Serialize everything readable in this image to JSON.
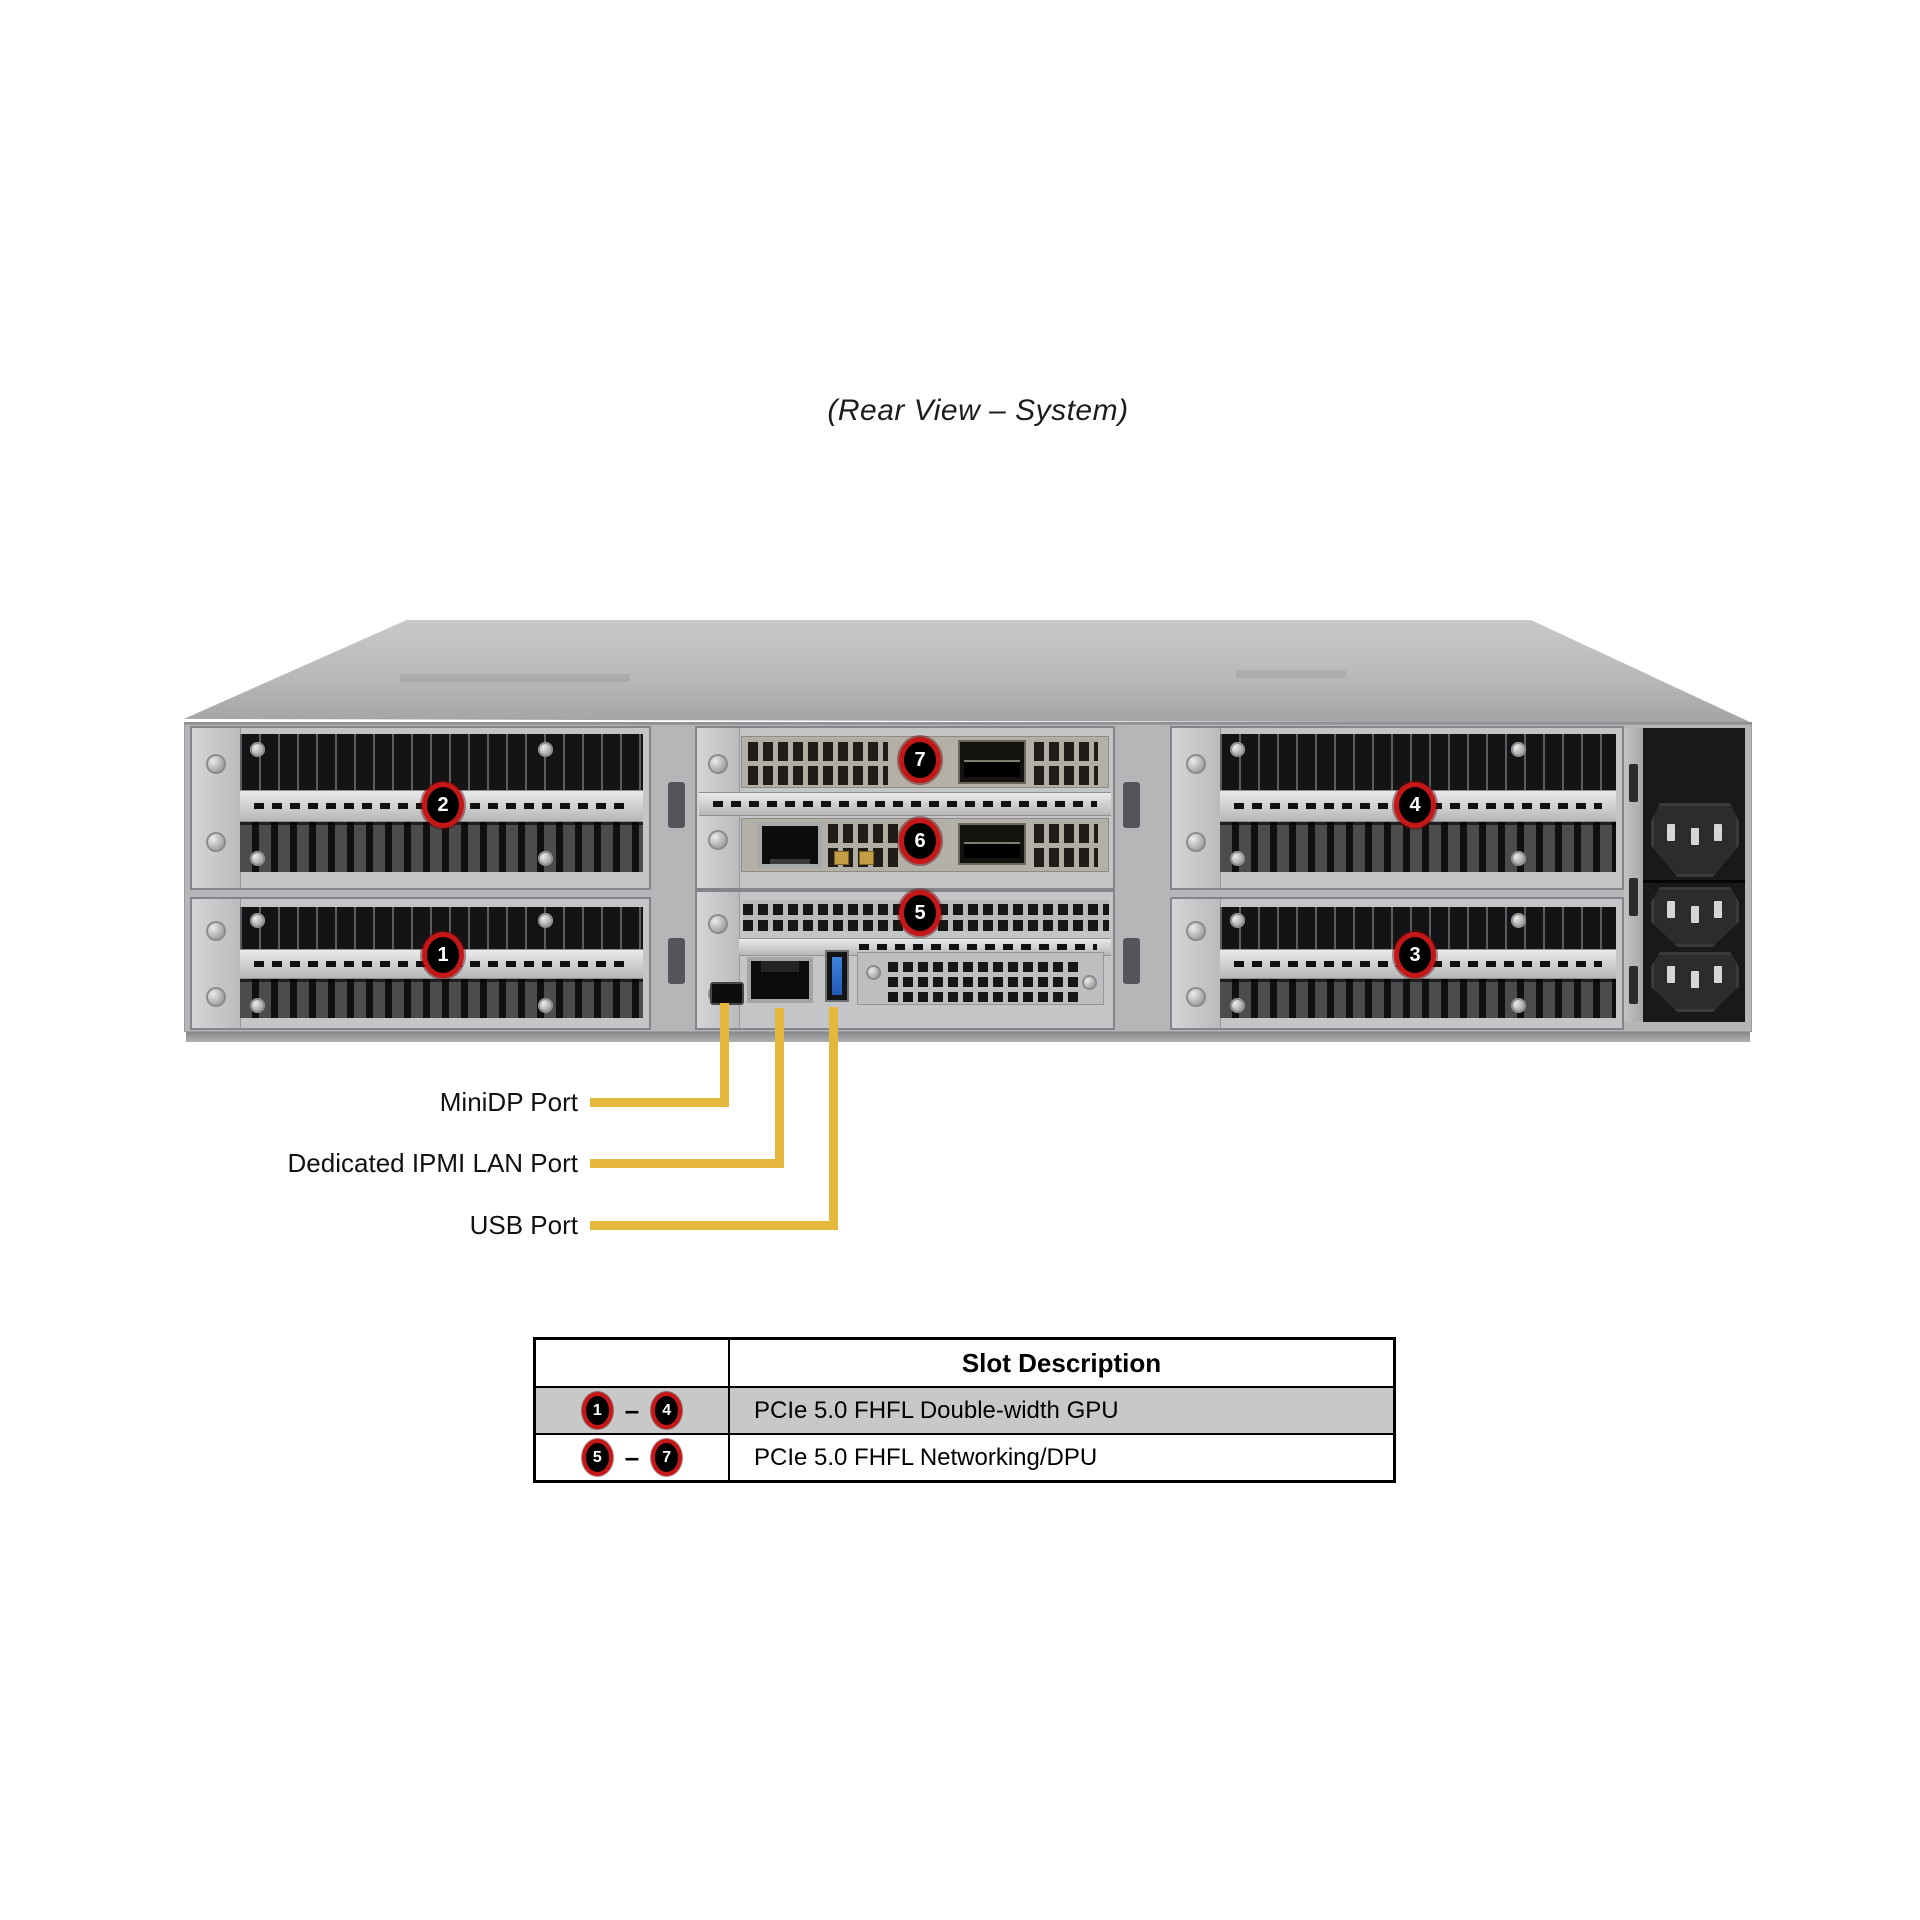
{
  "title": "(Rear View – System)",
  "callouts": {
    "s1": "1",
    "s2": "2",
    "s3": "3",
    "s4": "4",
    "s5": "5",
    "s6": "6",
    "s7": "7"
  },
  "port_labels": {
    "minidp": "MiniDP Port",
    "ipmi": "Dedicated IPMI LAN Port",
    "usb": "USB Port"
  },
  "table": {
    "header": "Slot Description",
    "range_separator": "–",
    "rows": [
      {
        "from": "1",
        "to": "4",
        "description": "PCIe 5.0 FHFL Double-width GPU"
      },
      {
        "from": "5",
        "to": "7",
        "description": "PCIe 5.0 FHFL Networking/DPU"
      }
    ]
  },
  "colors": {
    "callout_red": "#c51717",
    "leader_yellow": "#e5b83d",
    "row_highlight_gray": "#c8c8c8"
  }
}
